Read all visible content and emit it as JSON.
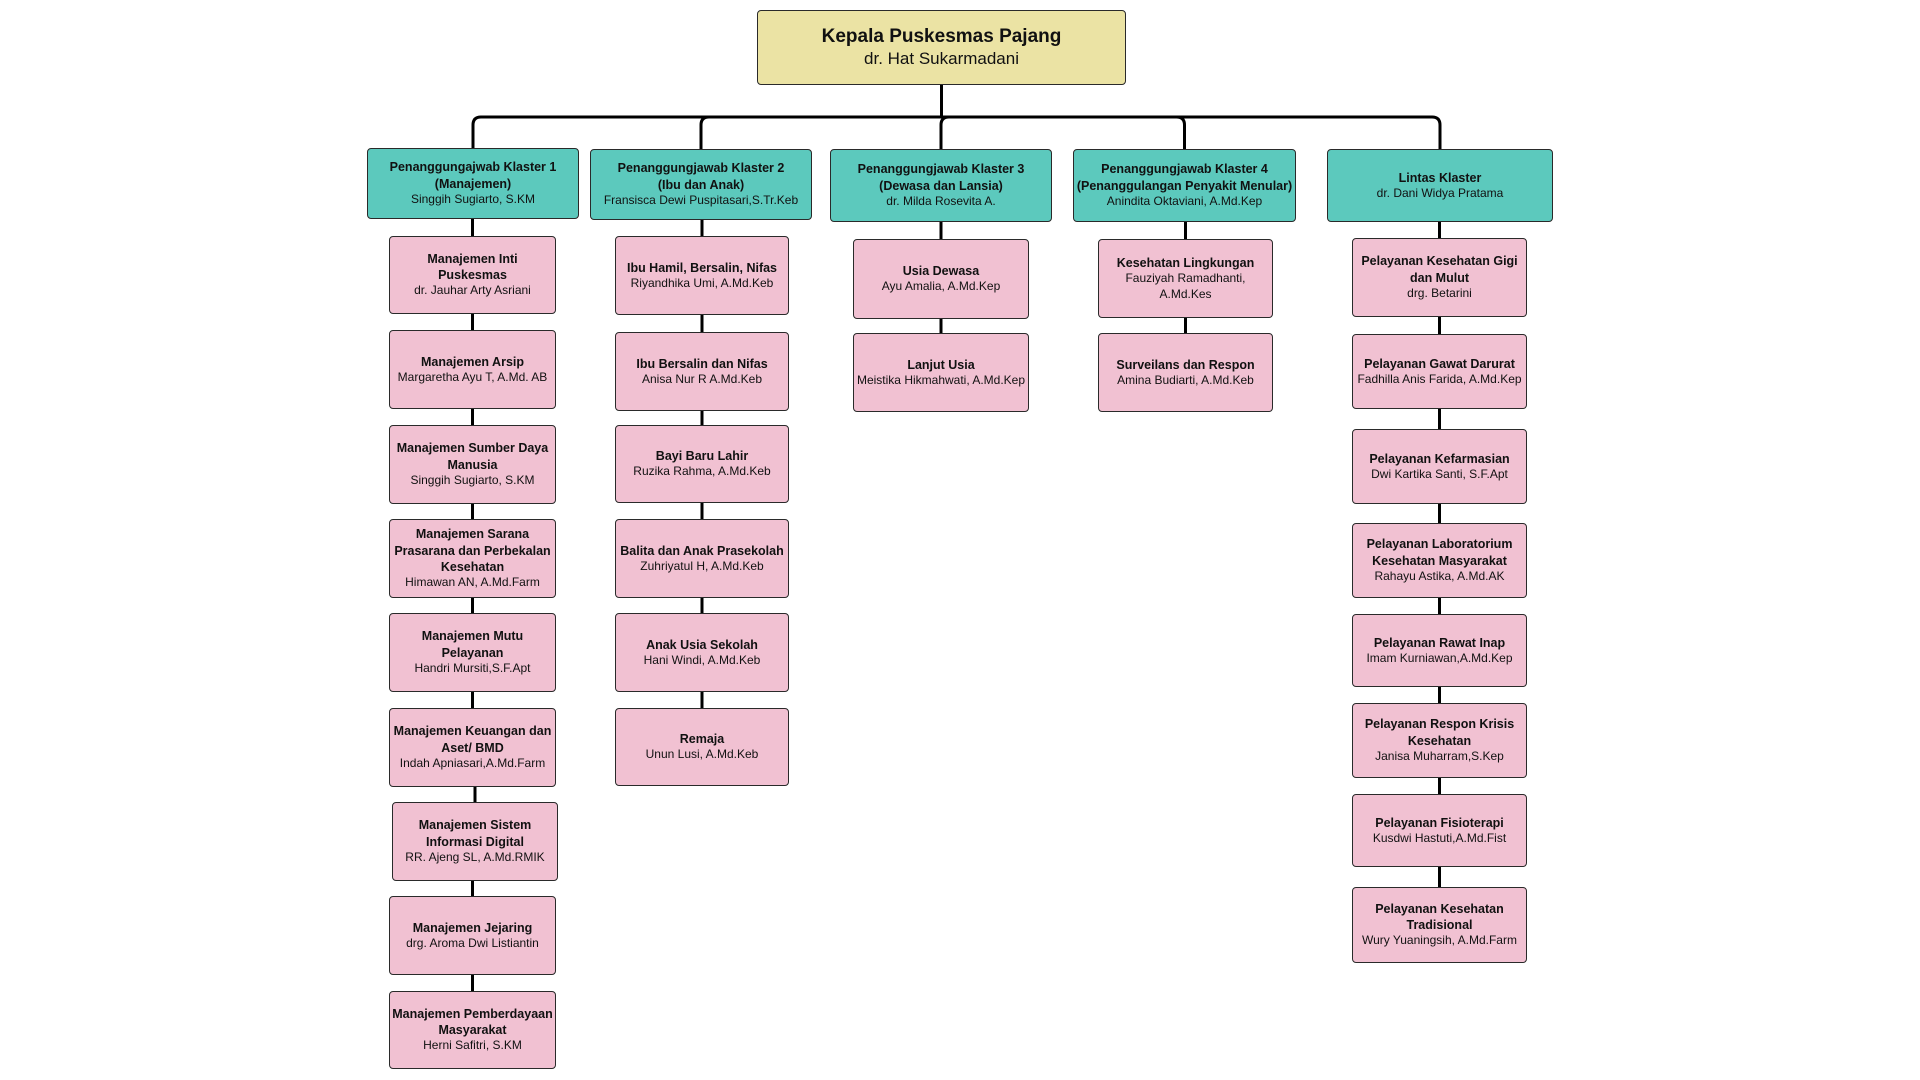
{
  "colors": {
    "head_fill": "#ebe3a4",
    "cluster_fill": "#5cc9bd",
    "unit_fill": "#f1c1d2",
    "line": "#000000"
  },
  "head": {
    "title": "Kepala Puskesmas Pajang",
    "name": "dr. Hat Sukarmadani"
  },
  "clusters": [
    {
      "title": "Penanggungajwab Klaster 1",
      "subtitle": "(Manajemen)",
      "name": "Singgih Sugiarto, S.KM",
      "units": [
        {
          "title": "Manajemen Inti Puskesmas",
          "name": "dr. Jauhar Arty Asriani"
        },
        {
          "title": "Manajemen Arsip",
          "name": "Margaretha Ayu T, A.Md. AB"
        },
        {
          "title": "Manajemen Sumber Daya Manusia",
          "name": "Singgih Sugiarto, S.KM"
        },
        {
          "title": "Manajemen Sarana Prasarana dan Perbekalan Kesehatan",
          "name": "Himawan AN, A.Md.Farm"
        },
        {
          "title": "Manajemen Mutu Pelayanan",
          "name": "Handri Mursiti,S.F.Apt"
        },
        {
          "title": "Manajemen Keuangan dan Aset/ BMD",
          "name": "Indah Apniasari,A.Md.Farm"
        },
        {
          "title": "Manajemen Sistem Informasi Digital",
          "name": "RR. Ajeng SL, A.Md.RMIK"
        },
        {
          "title": "Manajemen Jejaring",
          "name": "drg. Aroma Dwi Listiantin"
        },
        {
          "title": "Manajemen Pemberdayaan Masyarakat",
          "name": "Herni Safitri, S.KM"
        }
      ]
    },
    {
      "title": "Penanggungjawab Klaster 2",
      "subtitle": "(Ibu dan Anak)",
      "name": "Fransisca Dewi Puspitasari,S.Tr.Keb",
      "units": [
        {
          "title": "Ibu Hamil, Bersalin, Nifas",
          "name": "Riyandhika Umi, A.Md.Keb"
        },
        {
          "title": "Ibu Bersalin dan Nifas",
          "name": "Anisa Nur R A.Md.Keb"
        },
        {
          "title": "Bayi Baru Lahir",
          "name": "Ruzika Rahma, A.Md.Keb"
        },
        {
          "title": "Balita dan Anak Prasekolah",
          "name": "Zuhriyatul H, A.Md.Keb"
        },
        {
          "title": "Anak Usia Sekolah",
          "name": "Hani Windi, A.Md.Keb"
        },
        {
          "title": "Remaja",
          "name": "Unun Lusi, A.Md.Keb"
        }
      ]
    },
    {
      "title": "Penanggungjawab Klaster 3",
      "subtitle": "(Dewasa dan Lansia)",
      "name": "dr. Milda Rosevita A.",
      "units": [
        {
          "title": "Usia Dewasa",
          "name": "Ayu Amalia, A.Md.Kep"
        },
        {
          "title": "Lanjut Usia",
          "name": "Meistika Hikmahwati, A.Md.Kep"
        }
      ]
    },
    {
      "title": "Penanggungjawab Klaster 4",
      "subtitle": "(Penanggulangan Penyakit Menular)",
      "name": "Anindita Oktaviani, A.Md.Kep",
      "units": [
        {
          "title": "Kesehatan Lingkungan",
          "name": "Fauziyah Ramadhanti, A.Md.Kes"
        },
        {
          "title": "Surveilans dan Respon",
          "name": "Amina Budiarti, A.Md.Keb"
        }
      ]
    },
    {
      "title": "Lintas Klaster",
      "subtitle": "",
      "name": "dr. Dani Widya Pratama",
      "units": [
        {
          "title": "Pelayanan Kesehatan Gigi dan Mulut",
          "name": "drg. Betarini"
        },
        {
          "title": "Pelayanan Gawat Darurat",
          "name": "Fadhilla Anis Farida, A.Md.Kep"
        },
        {
          "title": "Pelayanan Kefarmasian",
          "name": "Dwi Kartika Santi, S.F.Apt"
        },
        {
          "title": "Pelayanan Laboratorium Kesehatan Masyarakat",
          "name": "Rahayu Astika, A.Md.AK"
        },
        {
          "title": "Pelayanan Rawat Inap",
          "name": "Imam Kurniawan,A.Md.Kep"
        },
        {
          "title": "Pelayanan Respon Krisis Kesehatan",
          "name": "Janisa Muharram,S.Kep"
        },
        {
          "title": "Pelayanan Fisioterapi",
          "name": "Kusdwi Hastuti,A.Md.Fist"
        },
        {
          "title": "Pelayanan Kesehatan Tradisional",
          "name": "Wury Yuaningsih, A.Md.Farm"
        }
      ]
    }
  ]
}
